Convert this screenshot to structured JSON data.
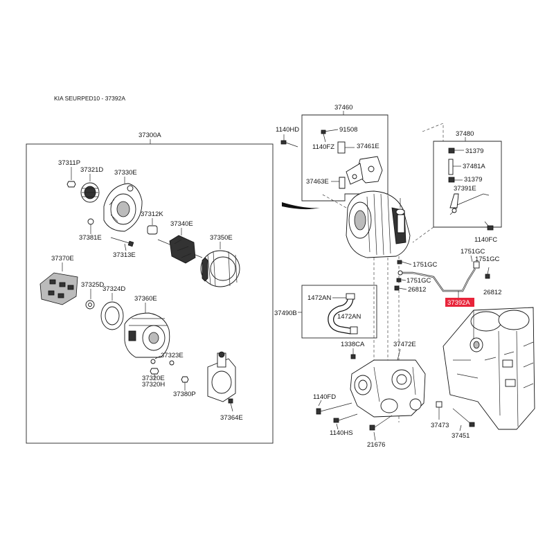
{
  "header": {
    "title": "KIA SEURPED10 - 37392A"
  },
  "labels": {
    "l37300A": "37300A",
    "l37311P": "37311P",
    "l37321D": "37321D",
    "l37330E": "37330E",
    "l37312K": "37312K",
    "l37340E": "37340E",
    "l37381E": "37381E",
    "l37313E": "37313E",
    "l37350E": "37350E",
    "l37370E": "37370E",
    "l37325D": "37325D",
    "l37324D": "37324D",
    "l37360E": "37360E",
    "l37323E": "37323E",
    "l37320E": "37320E",
    "l37320H": "37320H",
    "l37380P": "37380P",
    "l37364E": "37364E",
    "l37460": "37460",
    "l1140HD": "1140HD",
    "l91508": "91508",
    "l1140FZ": "1140FZ",
    "l37461E": "37461E",
    "l37463E": "37463E",
    "l37480": "37480",
    "l31379a": "31379",
    "l37481A": "37481A",
    "l31379b": "31379",
    "l37391E": "37391E",
    "l1140FC": "1140FC",
    "l1751GCa": "1751GC",
    "l1751GCb": "1751GC",
    "l1751GCc": "1751GC",
    "l1751GCd": "1751GC",
    "l26812a": "26812",
    "l26812b": "26812",
    "l37392A": "37392A",
    "l1472ANa": "1472AN",
    "l1472ANb": "1472AN",
    "l37490B": "37490B",
    "l1338CA": "1338CA",
    "l37472E": "37472E",
    "l1140FD": "1140FD",
    "l1140HS": "1140HS",
    "l21676": "21676",
    "l37473": "37473",
    "l37451": "37451"
  },
  "highlight": {
    "part": "37392A",
    "color": "#e8243a"
  }
}
